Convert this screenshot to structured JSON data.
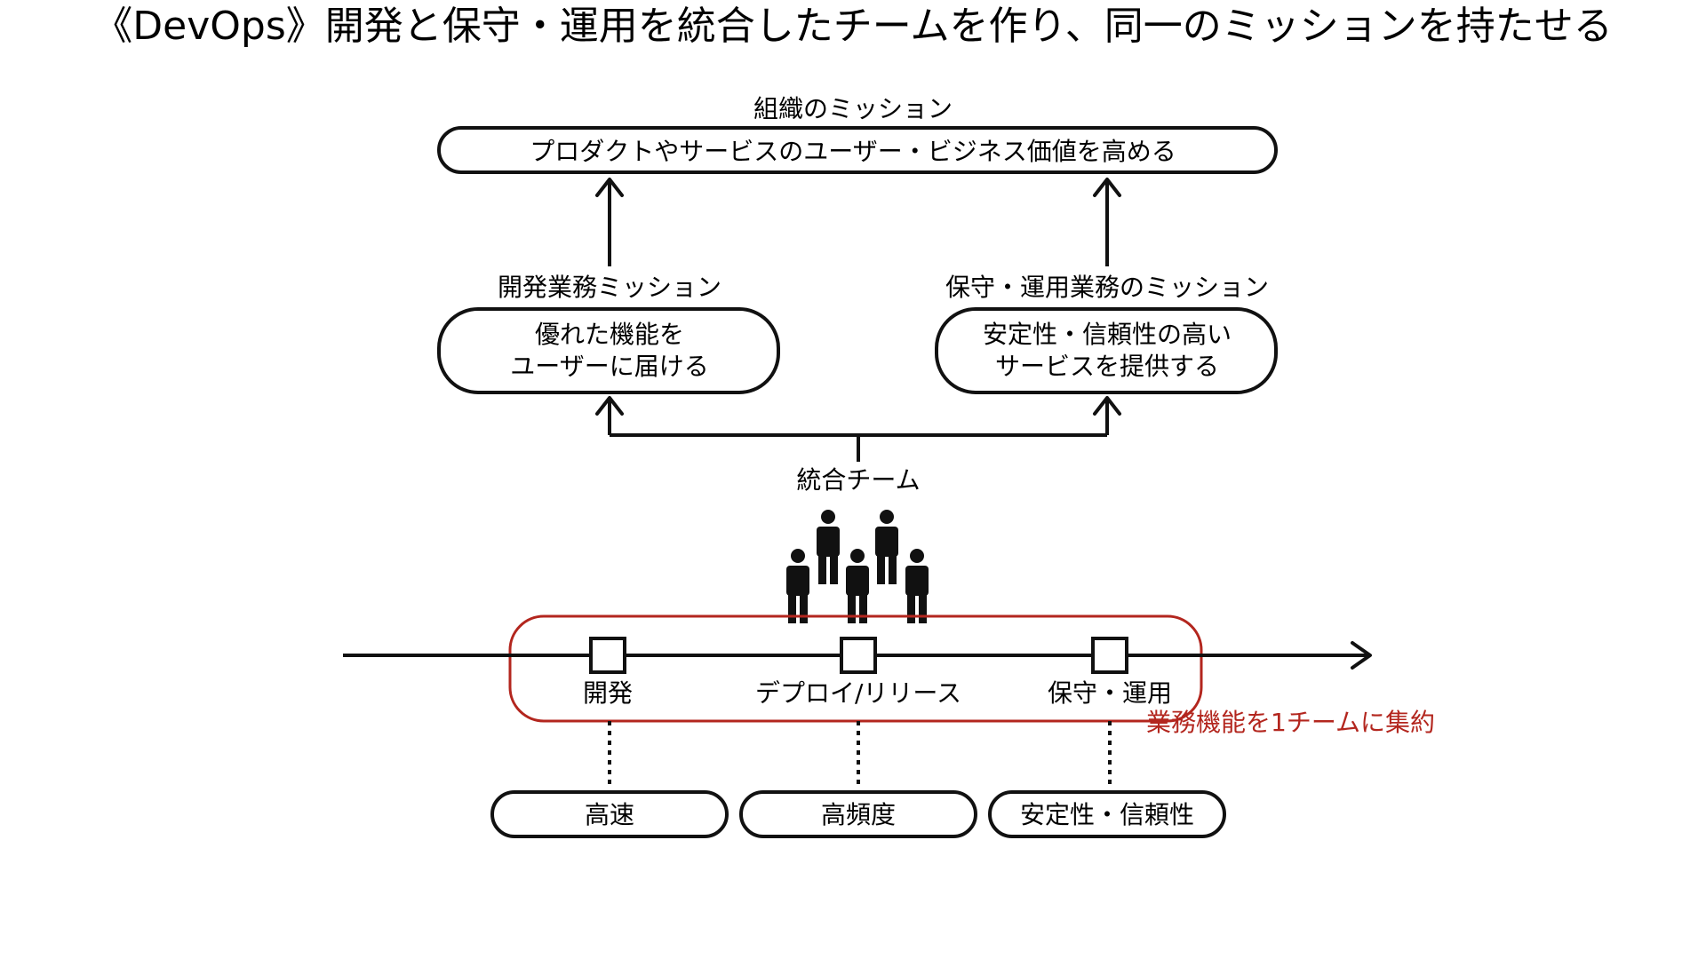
{
  "title": "《DevOps》開発と保守・運用を統合したチームを作り、同一のミッションを持たせる",
  "org_mission": {
    "label": "組織のミッション",
    "text": "プロダクトやサービスのユーザー・ビジネス価値を高める"
  },
  "dev_mission": {
    "label": "開発業務ミッション",
    "lines": [
      "優れた機能を",
      "ユーザーに届ける"
    ]
  },
  "ops_mission": {
    "label": "保守・運用業務のミッション",
    "lines": [
      "安定性・信頼性の高い",
      "サービスを提供する"
    ]
  },
  "team": {
    "label": "統合チーム",
    "people_count": 5
  },
  "timeline": {
    "stages": [
      "開発",
      "デプロイ/リリース",
      "保守・運用"
    ],
    "aggregate_label": "業務機能を1チームに集約"
  },
  "qualities": [
    "高速",
    "高頻度",
    "安定性・信頼性"
  ],
  "colors": {
    "ink": "#111111",
    "accent_red": "#b3261e",
    "background": "#ffffff"
  },
  "icons": [
    "person-icon",
    "arrow-up-icon",
    "arrow-right-icon"
  ]
}
